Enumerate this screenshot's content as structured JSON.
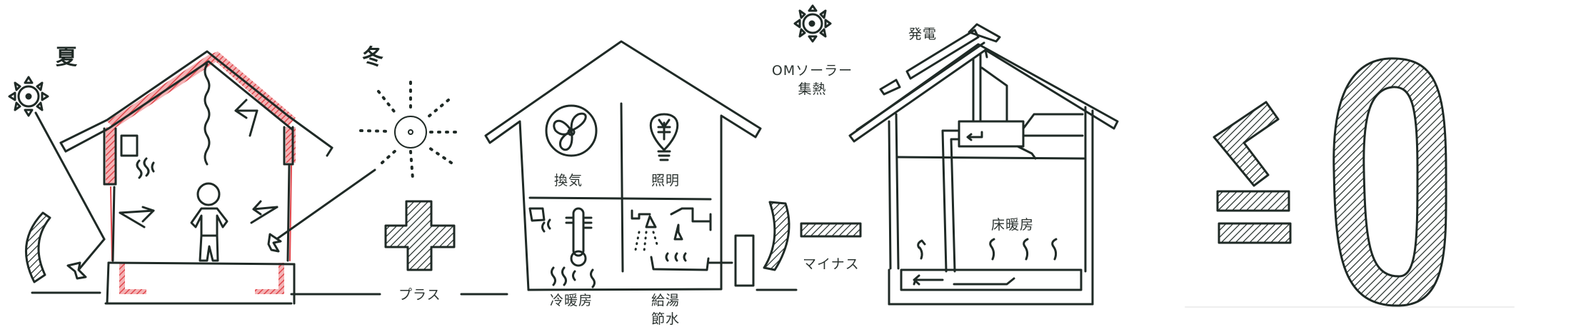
{
  "figure": {
    "title": "OM Solar house energy balance concept",
    "colors": {
      "ink": "#1f2a26",
      "insulation_red": "#e0474c",
      "background": "#ffffff"
    }
  },
  "panel_insulation": {
    "season_summer": "夏",
    "season_winter": "冬"
  },
  "panel_plus": {
    "label": "プラス"
  },
  "panel_consumption": {
    "ventilation": "換気",
    "lighting": "照明",
    "heating_cooling": "冷暖房",
    "hot_water_line1": "給湯",
    "hot_water_line2": "節水"
  },
  "panel_minus": {
    "label": "マイナス"
  },
  "panel_omsolar": {
    "collection_line1": "OMソーラー",
    "collection_line2": "集熱",
    "generation": "発電",
    "floor_heating": "床暖房"
  },
  "panel_result": {
    "symbol": "≦",
    "value": "0"
  }
}
